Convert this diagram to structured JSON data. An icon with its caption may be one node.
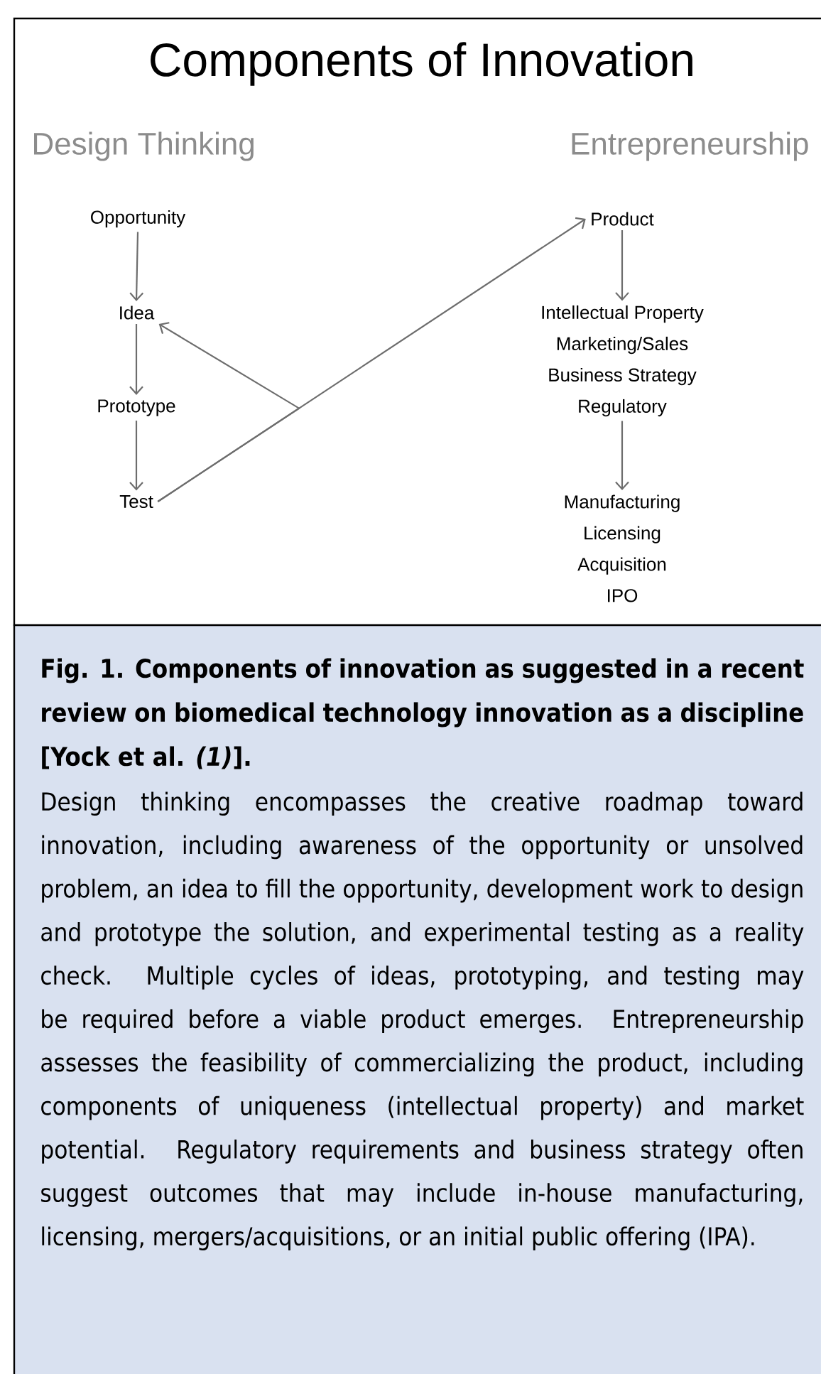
{
  "diagram": {
    "title": "Components of Innovation",
    "caption": "Fig. 1. Components of innovation as suggested in a recent review on biomedical technology innovation as a discipline [Yock et al. *(1)*].",
    "nodes": [
      {
        "text": [
          "Opportunity"
        ]
      },
      {
        "text": [
          "Idea"
        ]
      },
      {
        "text": [
          "Prototype"
        ]
      },
      {
        "text": [
          "Test"
        ]
      },
      {
        "text": [
          "Product"
        ]
      },
      {
        "text": [
          "Intellectual Property",
          "Marketing/Sales",
          "Business Strategy",
          "Regulatory"
        ]
      },
      {
        "text": [
          "Manufacturing",
          "Licensing",
          "Acquisition",
          "IPO"
        ]
      }
    ],
    "edges": [
      {
        "from": 0,
        "to": 1,
        "arrow": "to"
      },
      {
        "from": 1,
        "to": 2,
        "arrow": "to"
      },
      {
        "from": 2,
        "to": 3,
        "arrow": "to"
      },
      {
        "from": 3,
        "to": 4,
        "arrow": "to"
      },
      {
        "from": 3,
        "to": 1,
        "arrow": "to"
      },
      {
        "from": 4,
        "to": 5,
        "arrow": "to"
      },
      {
        "from": 5,
        "to": 6,
        "arrow": "to"
      }
    ],
    "labels": [
      "Design Thinking",
      "Entrepreneurship",
      "Design thinking encompasses the creative roadmap toward innovation, including awareness of the opportunity or unsolved problem, an idea to fill the opportunity, development work to design and prototype the solution, and experimental testing as a reality check. Multiple cycles of ideas, prototyping, and testing may be required before a viable product emerges. Entrepreneurship assesses the feasibility of commercializing the product, including components of uniqueness (intellectual property) and market potential. Regulatory requirements and business strategy often suggest outcomes that may include in-house manufacturing, licensing, mergers/acquisitions, or an initial public offering (IPA)."
    ]
  }
}
